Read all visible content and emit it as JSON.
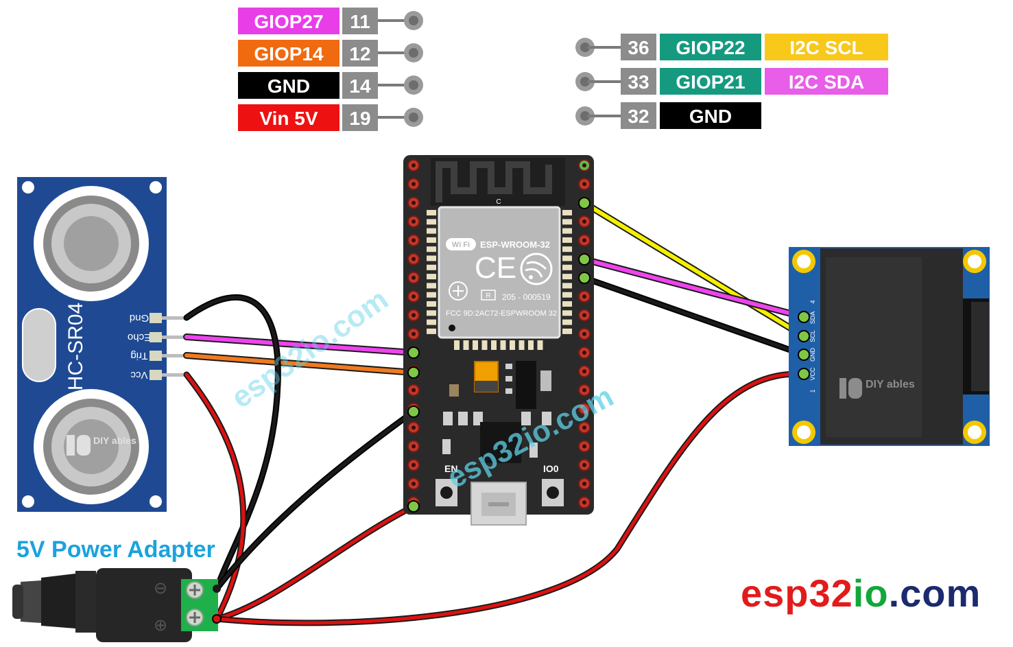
{
  "pin_tables": {
    "left": [
      {
        "label": "GIOP27",
        "number": "11",
        "color": "#e83ee8"
      },
      {
        "label": "GIOP14",
        "number": "12",
        "color": "#f06a10"
      },
      {
        "label": "GND",
        "number": "14",
        "color": "#000000"
      },
      {
        "label": "Vin 5V",
        "number": "19",
        "color": "#ee1111"
      }
    ],
    "right": [
      {
        "number": "36",
        "label": "GIOP22",
        "function": "I2C SCL",
        "label_color": "#159a80",
        "function_color": "#f8c81a"
      },
      {
        "number": "33",
        "label": "GIOP21",
        "function": "I2C SDA",
        "label_color": "#159a80",
        "function_color": "#e85ee8"
      },
      {
        "number": "32",
        "label": "GND",
        "function": "",
        "label_color": "#000000",
        "function_color": ""
      }
    ],
    "number_bg": "#8c8c8c"
  },
  "components": {
    "sensor": {
      "model": "HC-SR04",
      "pins": [
        "Gnd",
        "Echo",
        "Trig",
        "Vcc"
      ],
      "logo": "DIY ables"
    },
    "board": {
      "module": "ESP-WROOM-32",
      "fcc": "FCC 9D:2AC72-ESPWROOM 32",
      "reg_number": "205 - 000519",
      "reg_mark": "R",
      "ant_letter": "C",
      "wifi_logo": "Wi Fi",
      "button_left": "EN",
      "button_right": "IO0"
    },
    "oled": {
      "pins": [
        "VCC",
        "GND",
        "SCL",
        "SDA"
      ],
      "pin_first": "1",
      "pin_last": "4",
      "logo": "DIY ables"
    },
    "adapter": {
      "title": "5V Power Adapter",
      "minus": "⊖",
      "plus": "⊕"
    }
  },
  "watermark": "esp32io.com",
  "brand": {
    "a": "esp32",
    "b": "io",
    "c": ".com"
  },
  "colors": {
    "wire_red": "#dd1111",
    "wire_black": "#1a1a1a",
    "wire_pink": "#ee44ee",
    "wire_orange": "#f07a20",
    "wire_yellow": "#f4f000",
    "brand_red": "#e21b1b",
    "brand_green": "#13a63a",
    "brand_navy": "#1c2a6e",
    "adapter_title": "#1aa3dd"
  }
}
